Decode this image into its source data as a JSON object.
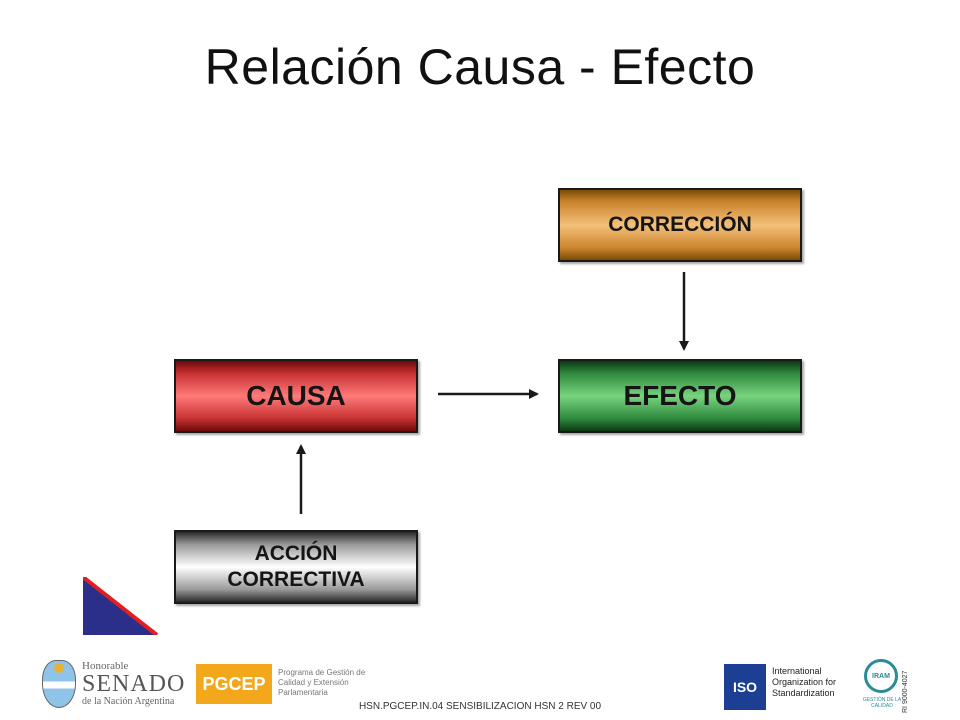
{
  "slide": {
    "title": "Relación Causa - Efecto"
  },
  "diagram": {
    "nodes": {
      "correccion": "CORRECCIÓN",
      "causa": "CAUSA",
      "efecto": "EFECTO",
      "accion_line1": "ACCIÓN",
      "accion_line2": "CORRECTIVA"
    },
    "edges": [
      {
        "from": "CORRECCIÓN",
        "to": "EFECTO"
      },
      {
        "from": "CAUSA",
        "to": "EFECTO"
      },
      {
        "from": "ACCIÓN CORRECTIVA",
        "to": "CAUSA"
      }
    ],
    "colors": {
      "correccion": "#f4c07a",
      "causa": "#ff7a7a",
      "efecto": "#78d47e",
      "accion": "#ffffff",
      "arrow": "#1a1a1a"
    }
  },
  "footer": {
    "doc_code": "HSN.PGCEP.IN.04 SENSIBILIZACION HSN 2 REV 00",
    "senado": {
      "line1": "Honorable",
      "line2": "SENADO",
      "line3": "de la Nación Argentina"
    },
    "pgcep": {
      "badge": "PGCEP",
      "desc": "Programa de Gestión de Calidad y Extensión Parlamentaria"
    },
    "iso": {
      "mark": "ISO",
      "text": "International Organization for Standardization"
    },
    "iram": {
      "mark": "IRAM",
      "sub": "GESTIÓN DE LA CALIDAD",
      "vertical": "RI 9000-4027"
    }
  }
}
